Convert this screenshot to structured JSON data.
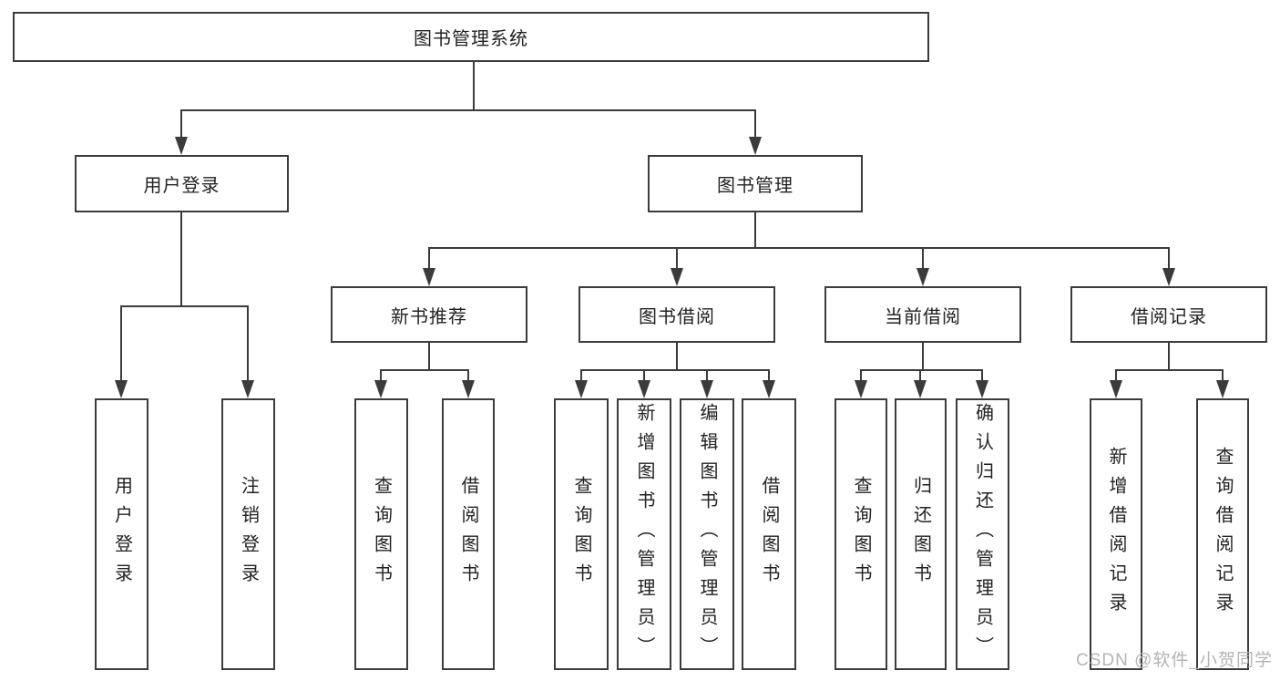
{
  "diagram_title": "图书管理系统",
  "tree": {
    "label": "图书管理系统",
    "children": [
      {
        "label": "用户登录",
        "children": [
          {
            "label": "用户登录"
          },
          {
            "label": "注销登录"
          }
        ]
      },
      {
        "label": "图书管理",
        "children": [
          {
            "label": "新书推荐",
            "children": [
              {
                "label": "查询图书"
              },
              {
                "label": "借阅图书"
              }
            ]
          },
          {
            "label": "图书借阅",
            "children": [
              {
                "label": "查询图书"
              },
              {
                "label": "新增图书（管理员）"
              },
              {
                "label": "编辑图书（管理员）"
              },
              {
                "label": "借阅图书"
              }
            ]
          },
          {
            "label": "当前借阅",
            "children": [
              {
                "label": "查询图书"
              },
              {
                "label": "归还图书"
              },
              {
                "label": "确认归还（管理员）"
              }
            ]
          },
          {
            "label": "借阅记录",
            "children": [
              {
                "label": "新增借阅记录"
              },
              {
                "label": "查询借阅记录"
              }
            ]
          }
        ]
      }
    ]
  },
  "watermark": {
    "text": "CSDN @软件_小贺同学"
  },
  "colors": {
    "line": "#3b3b3b",
    "box_border": "#3b3b3b",
    "text": "#222222",
    "background": "#ffffff",
    "watermark": "#b4b4b4"
  }
}
